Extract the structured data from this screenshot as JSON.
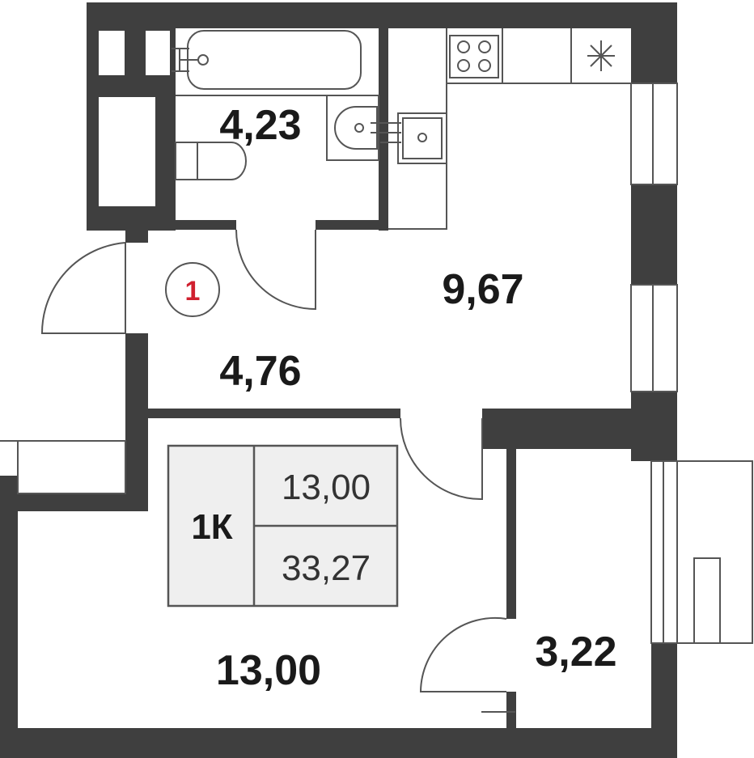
{
  "colors": {
    "wall": "#3f3f3f",
    "line": "#555555",
    "accent": "#d0202f",
    "summary_fill": "#efefef"
  },
  "entrance": {
    "label": "1",
    "icon": "entrance-marker-icon"
  },
  "rooms": [
    {
      "id": "bathroom",
      "area": "4,23"
    },
    {
      "id": "hallway",
      "area": "4,76"
    },
    {
      "id": "kitchen",
      "area": "9,67"
    },
    {
      "id": "living-room",
      "area": "13,00"
    },
    {
      "id": "balcony",
      "area": "3,22"
    }
  ],
  "summary": {
    "type": "1К",
    "living_area": "13,00",
    "total_area": "33,27"
  },
  "fixtures": [
    "bathtub-icon",
    "sink-icon",
    "toilet-icon",
    "kitchen-sink-icon",
    "stove-icon",
    "ventilation-icon"
  ]
}
